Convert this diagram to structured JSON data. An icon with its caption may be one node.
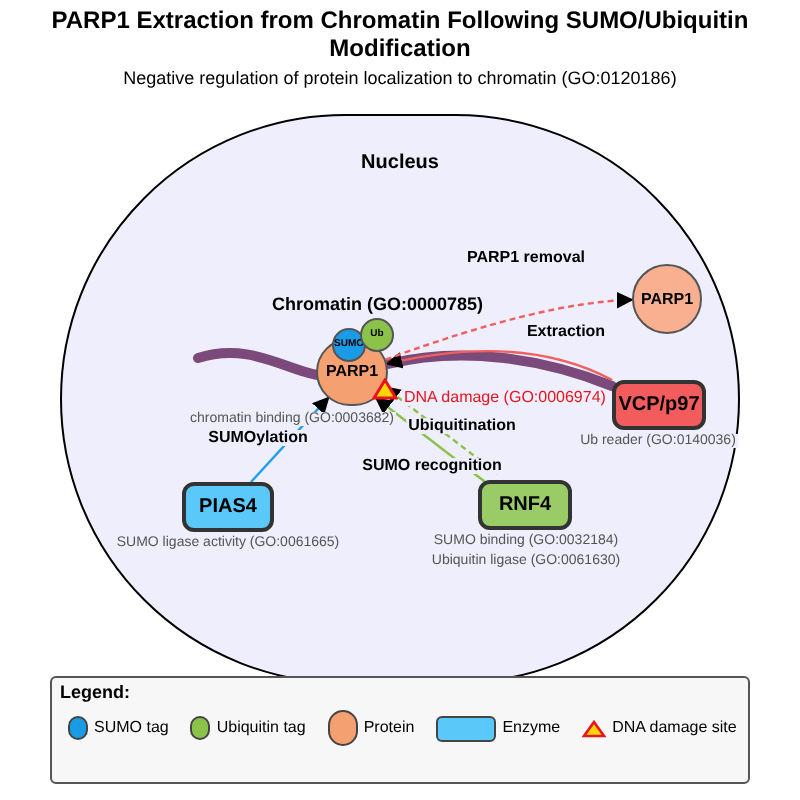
{
  "diagram": {
    "title": "PARP1 Extraction from Chromatin Following SUMO/Ubiquitin Modification",
    "nodes": [
      {
        "text": [
          "Nucleus"
        ]
      },
      {
        "text": [
          "PARP1"
        ],
        "in": 0,
        "beside": [
          "chromatin binding (GO:0003682)"
        ]
      },
      {
        "text": [
          "SUMO"
        ],
        "in": 0
      },
      {
        "text": [
          "Ub"
        ],
        "in": 0
      },
      {
        "text": [
          "PARP1"
        ],
        "in": 0
      },
      {
        "text": [
          "VCP/p97"
        ],
        "in": 0,
        "beside": [
          "Ub reader (GO:0140036)"
        ]
      },
      {
        "text": [
          "PIAS4"
        ],
        "in": 0,
        "beside": [
          "SUMO ligase activity (GO:0061665)"
        ]
      },
      {
        "text": [
          "RNF4"
        ],
        "in": 0,
        "beside": [
          "SUMO binding (GO:0032184)",
          "Ubiquitin ligase (GO:0061630)"
        ]
      },
      {
        "text": [],
        "shape": "triangle",
        "in": 0,
        "beside": [
          "DNA damage (GO:0006974)"
        ]
      }
    ],
    "edges": [
      {
        "from": 6,
        "to": 1,
        "arrow": "to",
        "label": "SUMOylation",
        "color": "#1ea0f0"
      },
      {
        "from": 7,
        "to": 1,
        "arrow": "to",
        "label": "SUMO recognition",
        "style": "dashed",
        "color": "#8bc34a"
      },
      {
        "from": 7,
        "to": 1,
        "arrow": "to",
        "label": "Ubiquitination",
        "color": "#8bc34a"
      },
      {
        "from": 5,
        "to": 1,
        "arrow": "to",
        "label": "Extraction",
        "color": "#f06060"
      },
      {
        "from": 1,
        "to": 4,
        "arrow": "to",
        "label": "PARP1 removal",
        "style": "dashed",
        "color": "#f06060"
      }
    ],
    "labels": [
      "Negative regulation of protein localization to chromatin (GO:0120186)",
      "Chromatin (GO:0000785)",
      "Legend:"
    ],
    "legend": [
      {
        "text": "SUMO tag",
        "color": "#1a9be6"
      },
      {
        "text": "Ubiquitin tag",
        "color": "#8bc34a"
      },
      {
        "text": "Protein",
        "color": "#f4a070"
      },
      {
        "text": "Enzyme",
        "color": "#5bc8fa"
      },
      {
        "text": "DNA damage site"
      }
    ]
  }
}
